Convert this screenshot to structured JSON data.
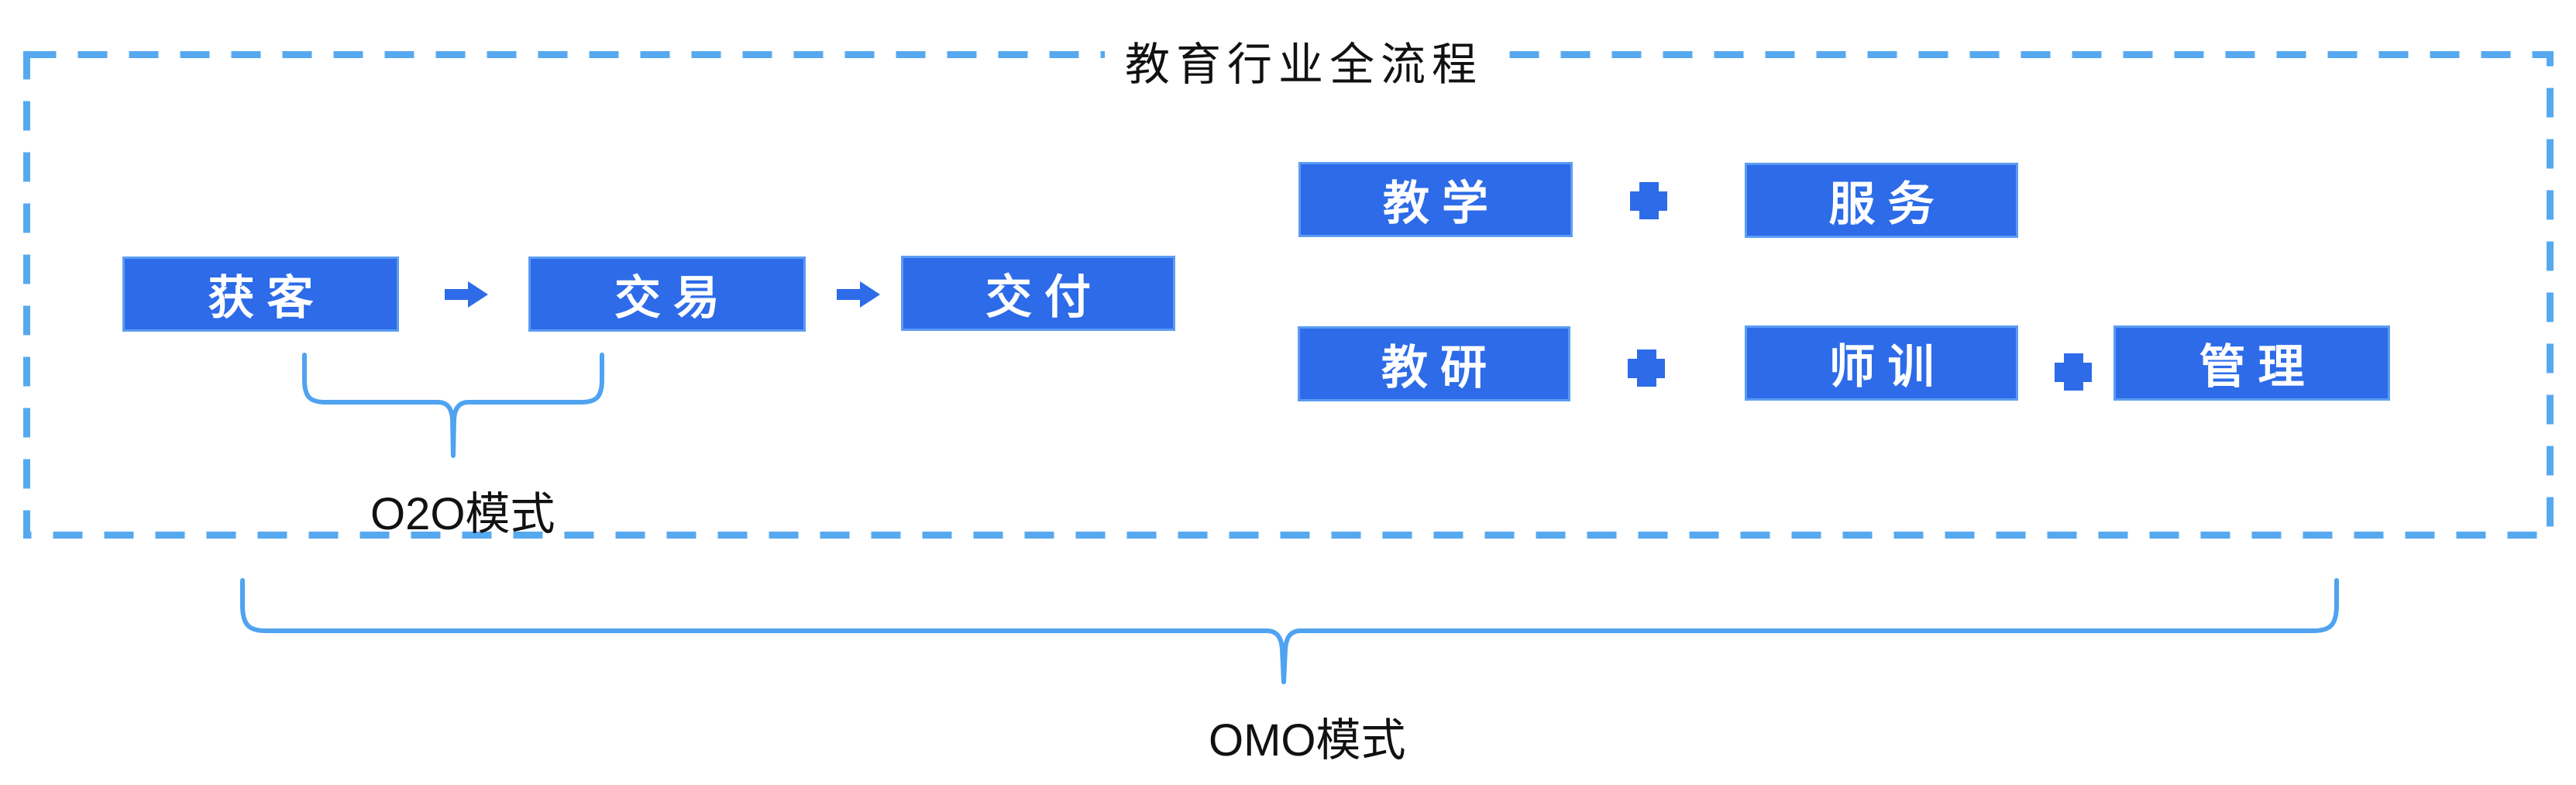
{
  "frame": {
    "title": "教育行业全流程"
  },
  "flow_steps": [
    {
      "label": "获客"
    },
    {
      "label": "交易"
    },
    {
      "label": "交付"
    }
  ],
  "teach_service_row": [
    {
      "label": "教学"
    },
    {
      "label": "服务"
    }
  ],
  "research_row": [
    {
      "label": "教研"
    },
    {
      "label": "师训"
    },
    {
      "label": "管理"
    }
  ],
  "braces": {
    "o2o_label": "O2O模式",
    "omo_label": "OMO模式"
  },
  "colors": {
    "box_blue": "#2d6be8",
    "box_border": "#5b9cf3",
    "dash_blue": "#57a9ef",
    "brace_blue": "#4fa3f0",
    "label_black": "#111111",
    "box_text": "#ffffff"
  }
}
